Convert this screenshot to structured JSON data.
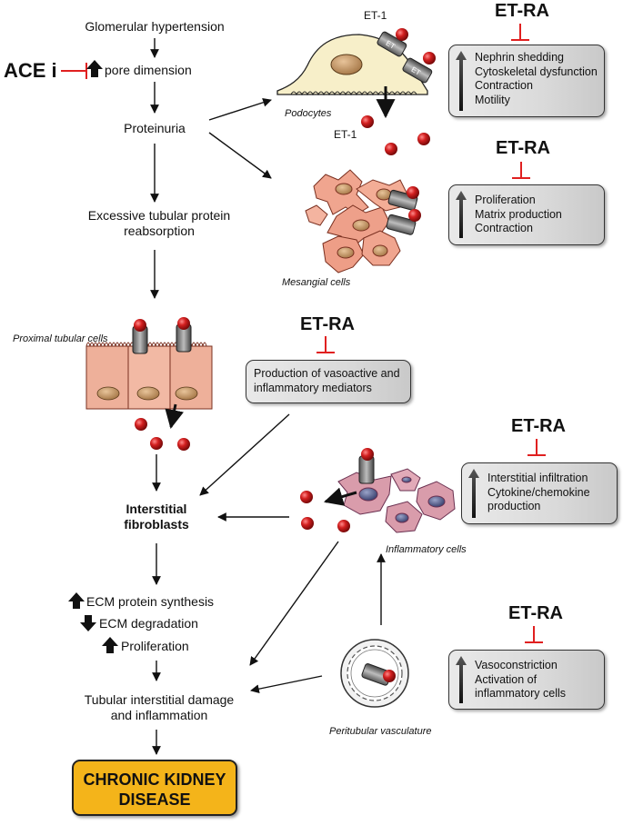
{
  "left_flow": {
    "glomerular_hypertension": "Glomerular hypertension",
    "ace_i": "ACE i",
    "pore_dimension": "pore dimension",
    "proteinuria": "Proteinuria",
    "tubular_reabsorption_line1": "Excessive tubular protein",
    "tubular_reabsorption_line2": "reabsorption",
    "interstitial_fibroblasts_line1": "Interstitial",
    "interstitial_fibroblasts_line2": "fibroblasts",
    "ecm_synthesis": "ECM protein synthesis",
    "ecm_degradation": "ECM degradation",
    "proliferation": "Proliferation",
    "tubular_damage_line1": "Tubular interstitial damage",
    "tubular_damage_line2": "and inflammation",
    "ckd_line1": "CHRONIC KIDNEY",
    "ckd_line2": "DISEASE"
  },
  "cells": {
    "podocytes": "Podocytes",
    "mesangial": "Mesangial cells",
    "proximal_tubular": "Proximal tubular cells",
    "inflammatory": "Inflammatory cells",
    "peritubular": "Peritubular vasculature",
    "et1_top": "ET-1",
    "et1_mid": "ET-1",
    "receptor_a": "A",
    "receptor_b": "B",
    "receptor_prefix": "ET"
  },
  "antagonist_label": "ET-RA",
  "effect_boxes": {
    "podocyte": [
      "Nephrin shedding",
      "Cytoskeletal dysfunction",
      "Contraction",
      "Motility"
    ],
    "mesangial": [
      "Proliferation",
      "Matrix production",
      "Contraction"
    ],
    "tubular": [
      "Production of vasoactive and",
      "inflammatory mediators"
    ],
    "inflammatory": [
      "Interstitial infiltration",
      "Cytokine/chemokine",
      "production"
    ],
    "vascular": [
      "Vasoconstriction",
      "Activation of",
      "inflammatory cells"
    ]
  },
  "colors": {
    "et1_ball": "#d21f1f",
    "inhibitor": "#e02020",
    "ckd_box": "#f4b41a",
    "podocyte_body": "#f7efc9",
    "mesangial_body": "#f0a58f",
    "tubular_body": "#eeb09a",
    "inflammatory_body": "#d99cab"
  }
}
